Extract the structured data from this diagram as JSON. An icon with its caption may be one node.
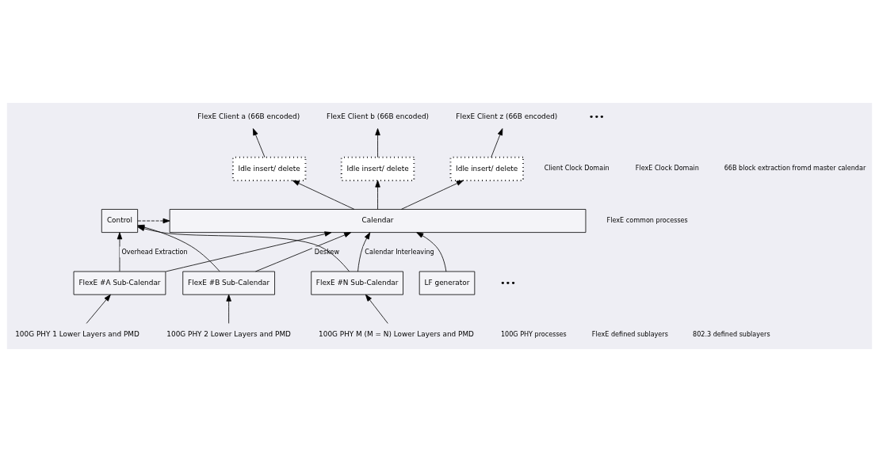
{
  "diagram": {
    "nodes": [
      {
        "text": [
          "FlexE Client a (66B encoded)"
        ]
      },
      {
        "text": [
          "FlexE Client b (66B encoded)"
        ]
      },
      {
        "text": [
          "FlexE Client z (66B encoded)"
        ]
      },
      {
        "text": [
          "Idle insert/ delete"
        ]
      },
      {
        "text": [
          "Idle insert/ delete"
        ]
      },
      {
        "text": [
          "Idle insert/ delete"
        ]
      },
      {
        "text": [
          "Control"
        ]
      },
      {
        "text": [
          "Calendar"
        ]
      },
      {
        "text": [
          "FlexE #A Sub-Calendar"
        ]
      },
      {
        "text": [
          "FlexE #B Sub-Calendar"
        ]
      },
      {
        "text": [
          "FlexE #N Sub-Calendar"
        ]
      },
      {
        "text": [
          "LF generator"
        ]
      },
      {
        "text": [
          "100G PHY 1 Lower Layers and PMD"
        ]
      },
      {
        "text": [
          "100G PHY 2 Lower Layers and PMD"
        ]
      },
      {
        "text": [
          "100G PHY M (M = N) Lower Layers and PMD"
        ]
      }
    ],
    "edges": [
      {
        "from": 3,
        "to": 0,
        "arrow": "to"
      },
      {
        "from": 4,
        "to": 1,
        "arrow": "to"
      },
      {
        "from": 5,
        "to": 2,
        "arrow": "to"
      },
      {
        "from": 7,
        "to": 3,
        "arrow": "to"
      },
      {
        "from": 7,
        "to": 4,
        "arrow": "to"
      },
      {
        "from": 7,
        "to": 5,
        "arrow": "to"
      },
      {
        "from": 6,
        "to": 7,
        "arrow": "to",
        "style": "dashed"
      },
      {
        "from": 8,
        "to": 6,
        "arrow": "to",
        "label": "Overhead Extraction"
      },
      {
        "from": 9,
        "to": 6,
        "arrow": "to"
      },
      {
        "from": 10,
        "to": 6,
        "arrow": "to"
      },
      {
        "from": 8,
        "to": 7,
        "arrow": "to"
      },
      {
        "from": 9,
        "to": 7,
        "arrow": "to",
        "label": "Deskew"
      },
      {
        "from": 10,
        "to": 7,
        "arrow": "to",
        "label": "Calendar Interleaving"
      },
      {
        "from": 11,
        "to": 7,
        "arrow": "to"
      },
      {
        "from": 12,
        "to": 8,
        "arrow": "to"
      },
      {
        "from": 13,
        "to": 9,
        "arrow": "to"
      },
      {
        "from": 14,
        "to": 10,
        "arrow": "to"
      }
    ],
    "labels": [
      "•••",
      "Client Clock Domain",
      "FlexE Clock Domain",
      "66B block extraction fromd master calendar",
      "FlexE common processes",
      "•••",
      "100G PHY processes",
      "FlexE defined sublayers",
      "802.3 defined sublayers"
    ]
  }
}
